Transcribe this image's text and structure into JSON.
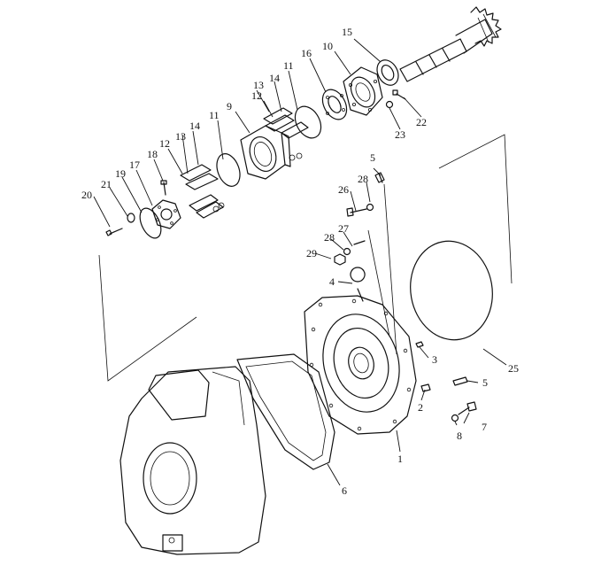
{
  "diagram": {
    "parts": [
      {
        "id": "p1",
        "label": "1"
      },
      {
        "id": "p2",
        "label": "2"
      },
      {
        "id": "p3",
        "label": "3"
      },
      {
        "id": "p4",
        "label": "4"
      },
      {
        "id": "p5a",
        "label": "5"
      },
      {
        "id": "p5b",
        "label": "5"
      },
      {
        "id": "p6",
        "label": "6"
      },
      {
        "id": "p7",
        "label": "7"
      },
      {
        "id": "p8",
        "label": "8"
      },
      {
        "id": "p9",
        "label": "9"
      },
      {
        "id": "p10",
        "label": "10"
      },
      {
        "id": "p11a",
        "label": "11"
      },
      {
        "id": "p11b",
        "label": "11"
      },
      {
        "id": "p12a",
        "label": "12"
      },
      {
        "id": "p12b",
        "label": "12"
      },
      {
        "id": "p13a",
        "label": "13"
      },
      {
        "id": "p13b",
        "label": "13"
      },
      {
        "id": "p14a",
        "label": "14"
      },
      {
        "id": "p14b",
        "label": "14"
      },
      {
        "id": "p15",
        "label": "15"
      },
      {
        "id": "p16",
        "label": "16"
      },
      {
        "id": "p17",
        "label": "17"
      },
      {
        "id": "p18",
        "label": "18"
      },
      {
        "id": "p19",
        "label": "19"
      },
      {
        "id": "p20",
        "label": "20"
      },
      {
        "id": "p21",
        "label": "21"
      },
      {
        "id": "p22",
        "label": "22"
      },
      {
        "id": "p23",
        "label": "23"
      },
      {
        "id": "p25",
        "label": "25"
      },
      {
        "id": "p26",
        "label": "26"
      },
      {
        "id": "p27",
        "label": "27"
      },
      {
        "id": "p28a",
        "label": "28"
      },
      {
        "id": "p28b",
        "label": "28"
      },
      {
        "id": "p29",
        "label": "29"
      }
    ]
  }
}
